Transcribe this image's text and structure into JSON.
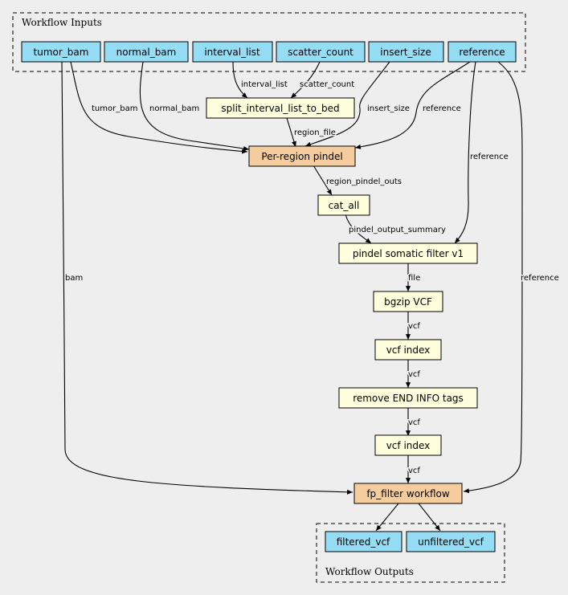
{
  "clusters": {
    "inputs_label": "Workflow Inputs",
    "outputs_label": "Workflow Outputs"
  },
  "colors": {
    "io": "#94ddf4",
    "tool": "#ffffdd",
    "subworkflow": "#f4cc9e",
    "background": "#eeeeee"
  },
  "nodes": {
    "tumor_bam": "tumor_bam",
    "normal_bam": "normal_bam",
    "interval_list": "interval_list",
    "scatter_count": "scatter_count",
    "insert_size": "insert_size",
    "reference": "reference",
    "split_interval_list_to_bed": "split_interval_list_to_bed",
    "per_region_pindel": "Per-region pindel",
    "cat_all": "cat_all",
    "pindel_somatic_filter": "pindel somatic filter v1",
    "bgzip_vcf": "bgzip VCF",
    "vcf_index_1": "vcf index",
    "remove_end_tags": "remove END INFO tags",
    "vcf_index_2": "vcf index",
    "fp_filter": "fp_filter workflow",
    "filtered_vcf": "filtered_vcf",
    "unfiltered_vcf": "unfiltered_vcf"
  },
  "edges": {
    "interval_list": "interval_list",
    "scatter_count": "scatter_count",
    "tumor_bam": "tumor_bam",
    "normal_bam": "normal_bam",
    "insert_size": "insert_size",
    "reference_pindel": "reference",
    "region_file": "region_file",
    "region_pindel_outs": "region_pindel_outs",
    "pindel_output_summary": "pindel_output_summary",
    "reference_filter": "reference",
    "file": "file",
    "vcf_1": "vcf",
    "vcf_2": "vcf",
    "vcf_3": "vcf",
    "vcf_4": "vcf",
    "bam": "bam",
    "reference_fp": "reference"
  }
}
